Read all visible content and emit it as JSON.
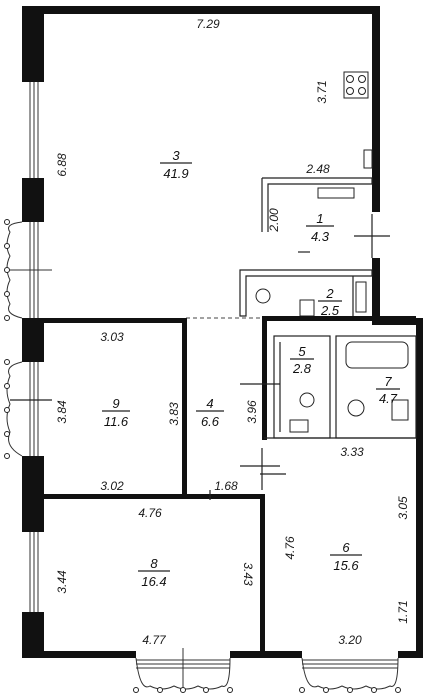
{
  "rooms": [
    {
      "id": "room-3",
      "number": "3",
      "area": "41.9"
    },
    {
      "id": "room-1",
      "number": "1",
      "area": "4.3"
    },
    {
      "id": "room-2",
      "number": "2",
      "area": "2.5"
    },
    {
      "id": "room-5",
      "number": "5",
      "area": "2.8"
    },
    {
      "id": "room-7",
      "number": "7",
      "area": "4.7"
    },
    {
      "id": "room-9",
      "number": "9",
      "area": "11.6"
    },
    {
      "id": "room-4",
      "number": "4",
      "area": "6.6"
    },
    {
      "id": "room-6",
      "number": "6",
      "area": "15.6"
    },
    {
      "id": "room-8",
      "number": "8",
      "area": "16.4"
    }
  ],
  "dimensions": {
    "d729": "7.29",
    "d688": "6.88",
    "d371": "3.71",
    "d248": "2.48",
    "d200": "2.00",
    "d303": "3.03",
    "d384": "3.84",
    "d383": "3.83",
    "d396": "3.96",
    "d302": "3.02",
    "d168": "1.68",
    "d333": "3.33",
    "d476h": "4.76",
    "d305": "3.05",
    "d476v": "4.76",
    "d344": "3.44",
    "d343": "3.43",
    "d171": "1.71",
    "d477": "4.77",
    "d320": "3.20"
  }
}
